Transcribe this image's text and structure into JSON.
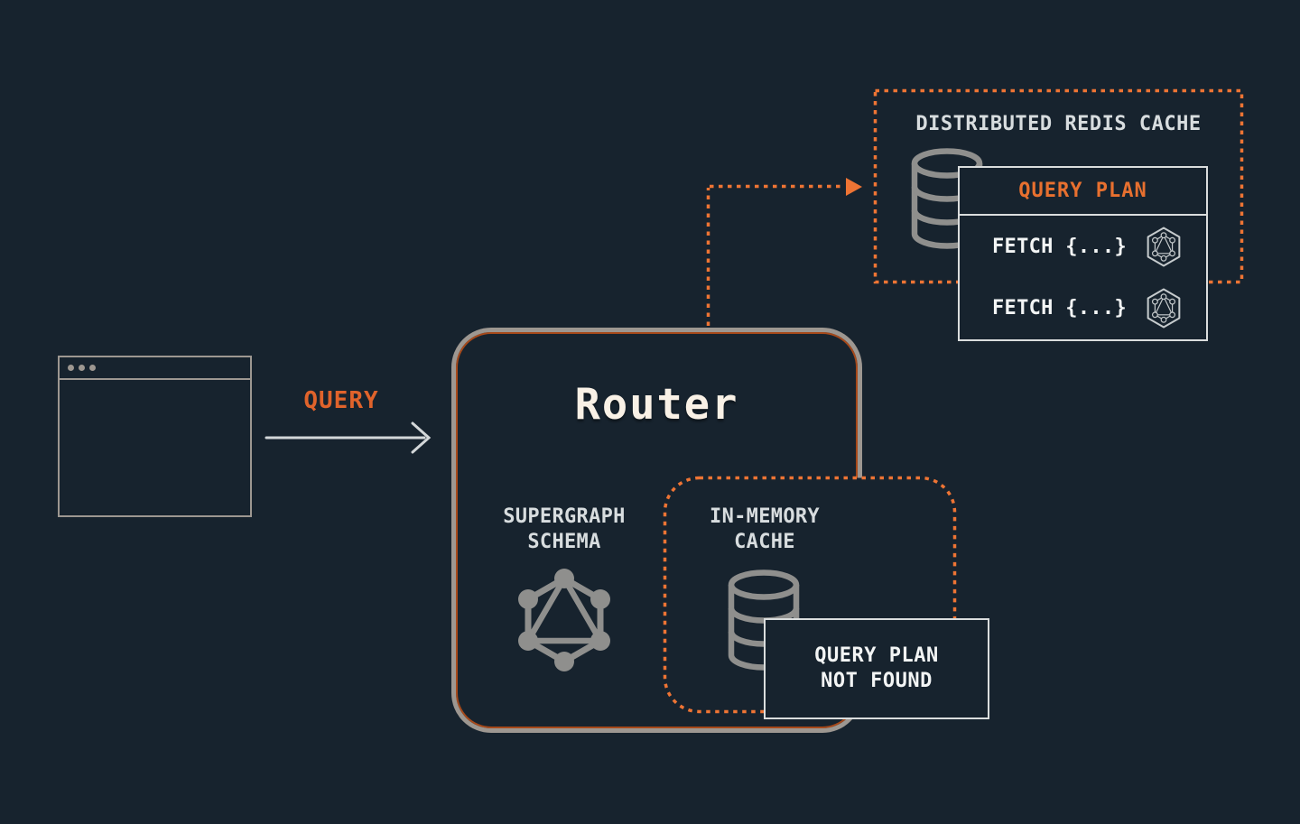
{
  "colors": {
    "background": "#17232e",
    "accent_orange": "#ee7434",
    "query_label_orange": "#e0632b",
    "query_plan_header_orange": "#e8702f",
    "gray_border": "#9d9791",
    "icon_gray": "#8f8f8d",
    "label_gray": "#d8dddf",
    "white_text": "#f3f5f5",
    "router_title_cream": "#f9f1e6",
    "light_box_border": "#dadddd"
  },
  "flow": {
    "query_label": "QUERY"
  },
  "router": {
    "title": "Router",
    "supergraph_schema_label": {
      "line1": "SUPERGRAPH",
      "line2": "SCHEMA"
    },
    "in_memory_cache_label": {
      "line1": "IN-MEMORY",
      "line2": "CACHE"
    },
    "query_plan_not_found": {
      "line1": "QUERY PLAN",
      "line2": "NOT FOUND"
    }
  },
  "redis_cache": {
    "title": "DISTRIBUTED REDIS CACHE",
    "query_plan": {
      "header": "QUERY PLAN",
      "rows": [
        {
          "label": "FETCH {...}",
          "icon": "graphql-badge"
        },
        {
          "label": "FETCH {...}",
          "icon": "graphql-badge"
        }
      ]
    }
  }
}
